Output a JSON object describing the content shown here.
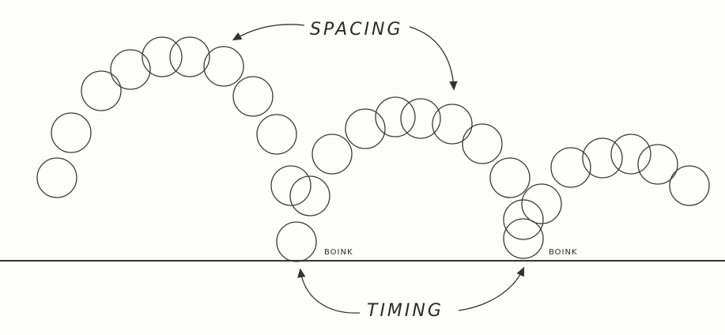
{
  "labels": {
    "spacing": "SPACING",
    "timing": "TIMING",
    "impact_1": "BOINK",
    "impact_2": "BOINK"
  },
  "colors": {
    "ink": "#3a3a3a",
    "paper": "#fdfdfb"
  }
}
